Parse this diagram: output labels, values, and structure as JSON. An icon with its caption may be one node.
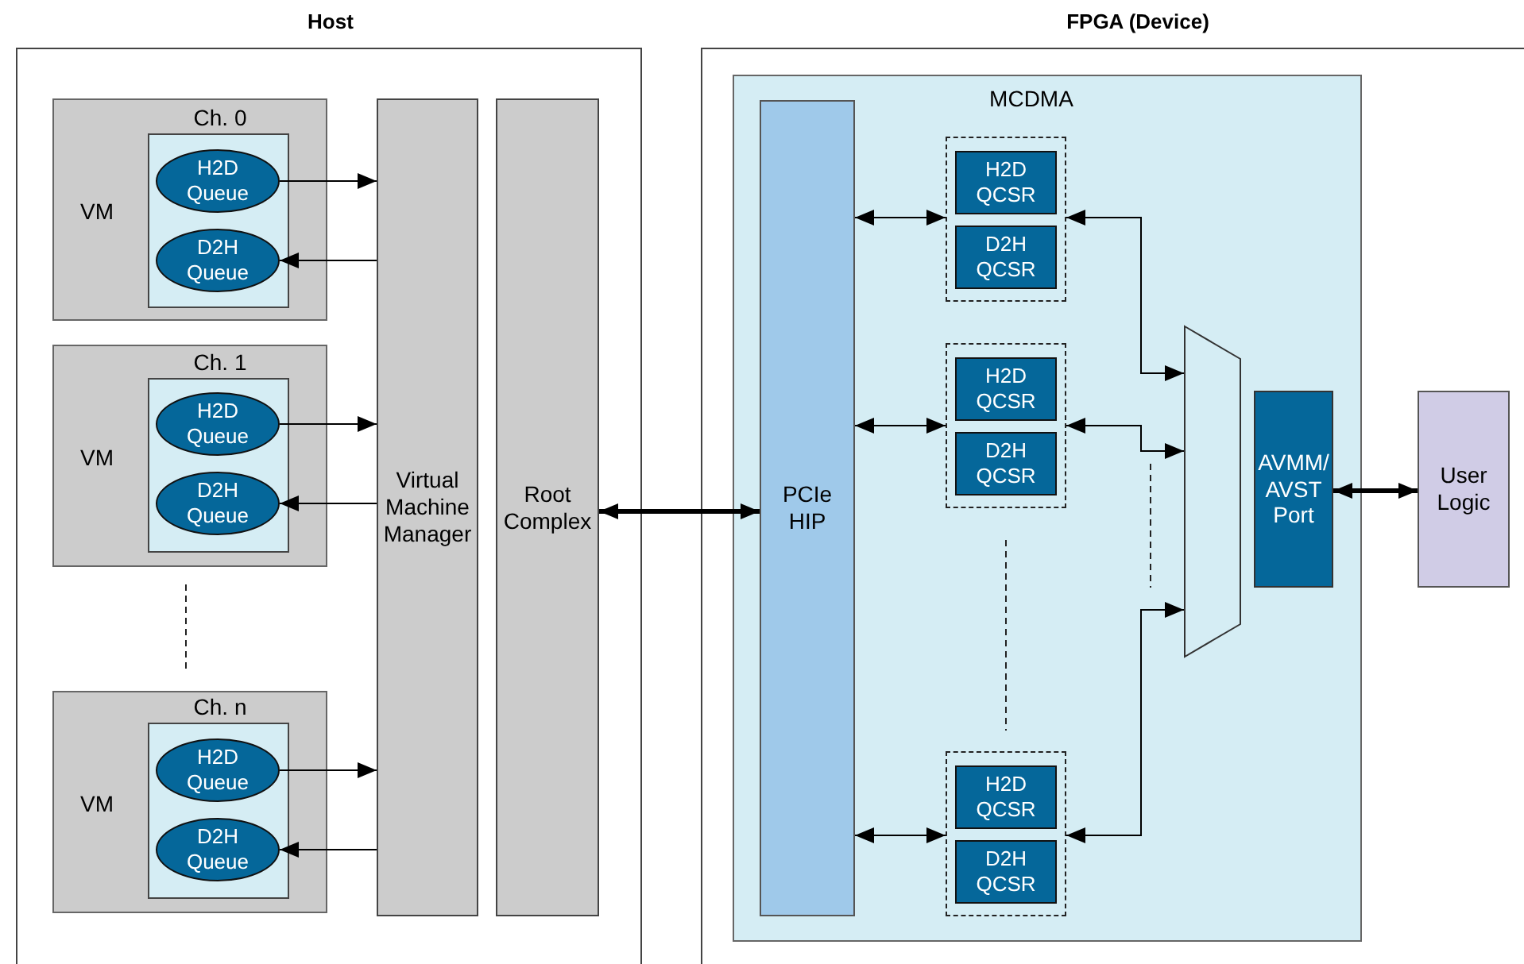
{
  "diagram": {
    "nodes": [
      {
        "text": [
          "Host"
        ]
      },
      {
        "text": [
          "VM"
        ],
        "in": 0
      },
      {
        "text": [
          "Ch. 0"
        ],
        "in": 1
      },
      {
        "text": [
          "H2D Queue"
        ],
        "in": 2
      },
      {
        "text": [
          "D2H Queue"
        ],
        "in": 2
      },
      {
        "text": [
          "VM"
        ],
        "in": 0
      },
      {
        "text": [
          "Ch. 1"
        ],
        "in": 5
      },
      {
        "text": [
          "H2D Queue"
        ],
        "in": 6
      },
      {
        "text": [
          "D2H Queue"
        ],
        "in": 6
      },
      {
        "text": [
          "VM"
        ],
        "in": 0
      },
      {
        "text": [
          "Ch. n"
        ],
        "in": 9
      },
      {
        "text": [
          "H2D Queue"
        ],
        "in": 10
      },
      {
        "text": [
          "D2H Queue"
        ],
        "in": 10
      },
      {
        "text": [
          "Virtual Machine Manager"
        ],
        "in": 0
      },
      {
        "text": [
          "Root Complex"
        ],
        "in": 0
      },
      {
        "text": [
          "FPGA (Device)"
        ]
      },
      {
        "text": [
          "MCDMA"
        ],
        "in": 15
      },
      {
        "text": [
          "PCIe HIP"
        ],
        "in": 16
      },
      {
        "text": [],
        "shape": "box",
        "in": 16
      },
      {
        "text": [
          "H2D QCSR"
        ],
        "in": 18
      },
      {
        "text": [
          "D2H QCSR"
        ],
        "in": 18
      },
      {
        "text": [],
        "shape": "box",
        "in": 16
      },
      {
        "text": [
          "H2D QCSR"
        ],
        "in": 21
      },
      {
        "text": [
          "D2H QCSR"
        ],
        "in": 21
      },
      {
        "text": [],
        "shape": "box",
        "in": 16
      },
      {
        "text": [
          "H2D QCSR"
        ],
        "in": 24
      },
      {
        "text": [
          "D2H QCSR"
        ],
        "in": 24
      },
      {
        "text": [],
        "shape": "trapezoid",
        "in": 16
      },
      {
        "text": [
          "AVMM/ AVST Port"
        ],
        "in": 16
      },
      {
        "text": [
          "User Logic"
        ],
        "in": 15
      }
    ],
    "edges": [
      {
        "from": 3,
        "to": 13,
        "arrow": "to"
      },
      {
        "from": 13,
        "to": 4,
        "arrow": "to"
      },
      {
        "from": 7,
        "to": 13,
        "arrow": "to"
      },
      {
        "from": 13,
        "to": 8,
        "arrow": "to"
      },
      {
        "from": 11,
        "to": 13,
        "arrow": "to"
      },
      {
        "from": 13,
        "to": 12,
        "arrow": "to"
      },
      {
        "from": 14,
        "to": 17,
        "arrow": "both",
        "style": "thick"
      },
      {
        "from": 17,
        "to": 18,
        "arrow": "both"
      },
      {
        "from": 17,
        "to": 21,
        "arrow": "both"
      },
      {
        "from": 17,
        "to": 24,
        "arrow": "both"
      },
      {
        "from": 18,
        "to": 27,
        "arrow": "both"
      },
      {
        "from": 21,
        "to": 27,
        "arrow": "both"
      },
      {
        "from": 24,
        "to": 27,
        "arrow": "both"
      },
      {
        "from": 28,
        "to": 29,
        "arrow": "both",
        "style": "thick"
      }
    ]
  }
}
